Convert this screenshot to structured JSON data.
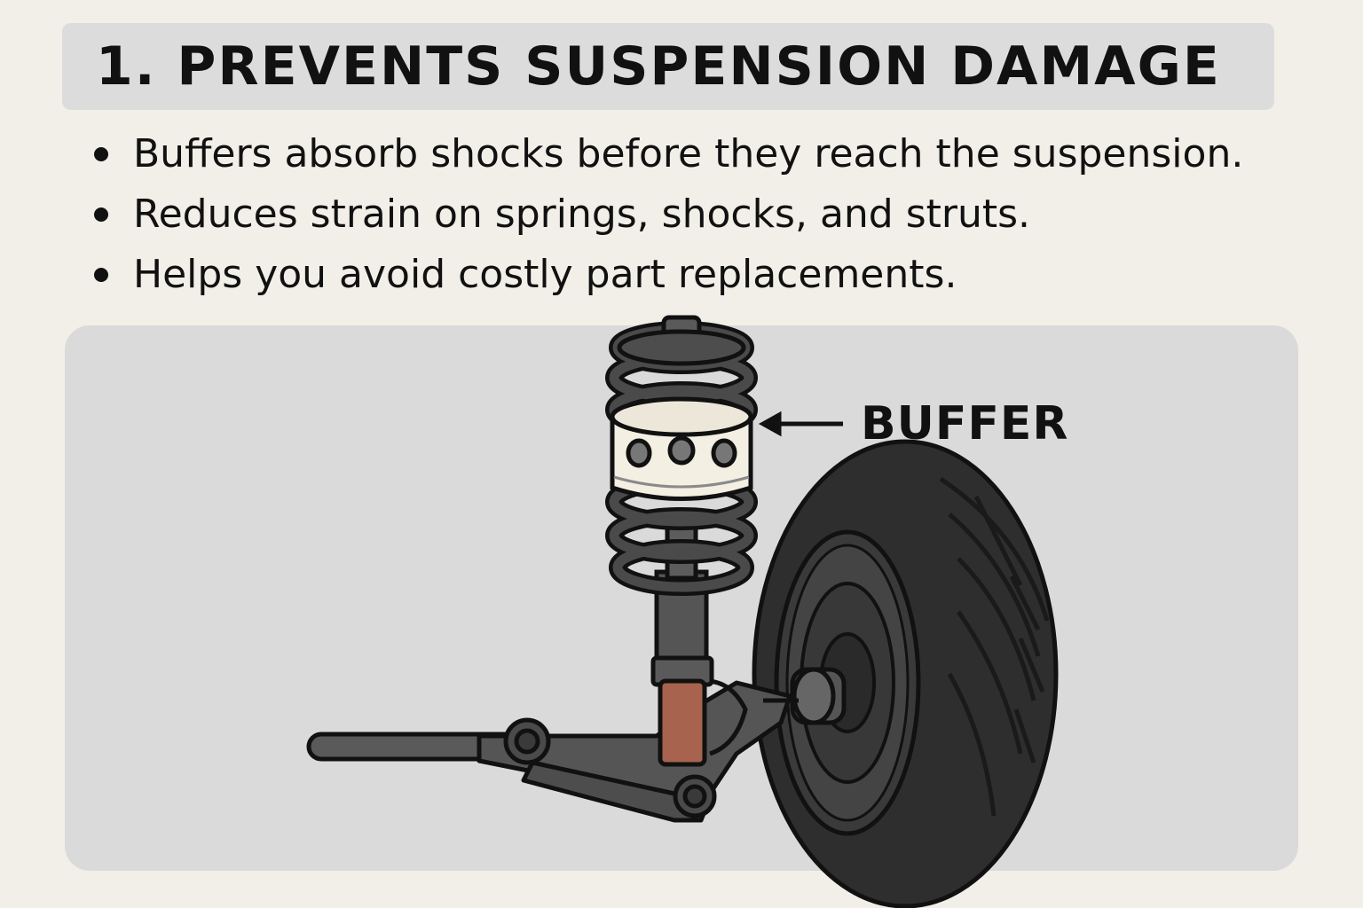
{
  "header": {
    "title": "1. PREVENTS SUSPENSION DAMAGE"
  },
  "bullets": [
    "Buffers absorb shocks before they reach the suspension.",
    "Reduces strain on springs, shocks, and struts.",
    "Helps you avoid costly part replacements."
  ],
  "diagram": {
    "callout_label": "BUFFER",
    "colors": {
      "background": "#f1efe7",
      "panel": "#dadada",
      "metal": "#5a5a5a",
      "tire": "#2e2e2e",
      "buffer": "#f3efe2",
      "bump_stop": "#a7634e"
    }
  }
}
